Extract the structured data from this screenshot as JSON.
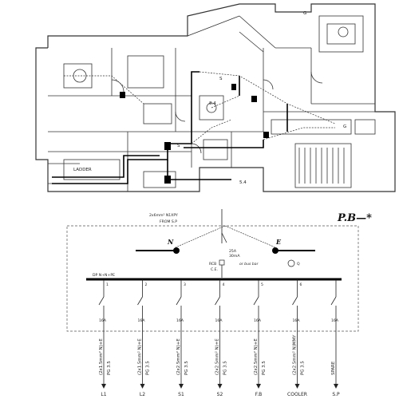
{
  "plan": {
    "labels": [
      "LADDER",
      "8.4",
      "5.4",
      "S",
      "S",
      "G",
      "G"
    ]
  },
  "panel": {
    "title": "P.B—*",
    "feeder_label": "2x6mm² N1XPY",
    "feeder_from": "FROM S.P",
    "main_switch_rating": "25A",
    "main_switch_sub": "30mA",
    "n_label": "N",
    "e_label": "E",
    "rcd_label": "RCB",
    "rcd_sub": "C.E.",
    "indicator_text": "or bus bar",
    "q_label": "Q",
    "busbar_label": "DP N+N+PE"
  },
  "circuits": [
    {
      "num": "1",
      "rating": "16A",
      "cable": "(2x1.5mm² N)+E",
      "conduit": "PG 3.5",
      "label": "L1"
    },
    {
      "num": "2",
      "rating": "16A",
      "cable": "(2x1.5mm² N)+E",
      "conduit": "PG 3.5",
      "label": "L2"
    },
    {
      "num": "3",
      "rating": "16A",
      "cable": "(2x2.5mm² N)+E",
      "conduit": "PG 3.5",
      "label": "S1"
    },
    {
      "num": "4",
      "rating": "16A",
      "cable": "(2x2.5mm² N)+E",
      "conduit": "PG 3.5",
      "label": "S2"
    },
    {
      "num": "5",
      "rating": "16A",
      "cable": "(2x2.5mm² N)+E",
      "conduit": "PG 3.5",
      "label": "F.B"
    },
    {
      "num": "6",
      "rating": "16A",
      "cable": "(2x2.5mm² N)MMY",
      "conduit": "PG 3.5",
      "label": "COOLER"
    },
    {
      "num": "",
      "rating": "16A",
      "cable": "SPARE",
      "conduit": "",
      "label": "S.P"
    }
  ]
}
